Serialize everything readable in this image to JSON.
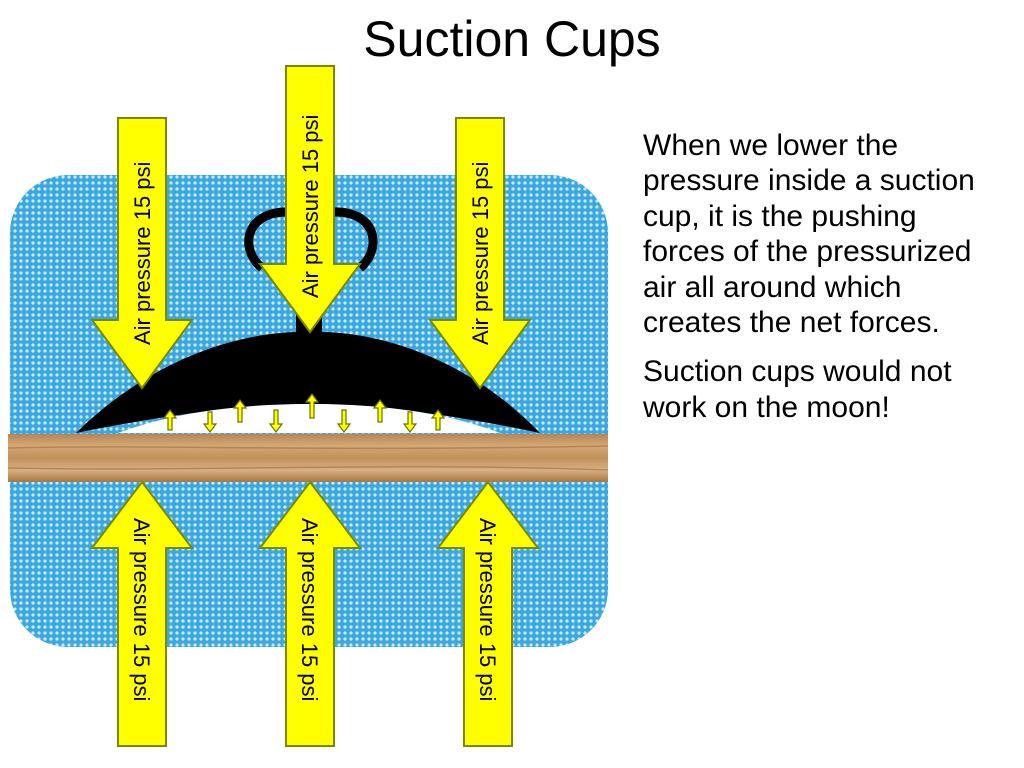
{
  "slide": {
    "title": "Suction Cups",
    "paragraph_1": "When we lower the pressure inside a suction cup, it is the pushing forces of the pressurized air all around which creates the net forces.",
    "paragraph_2": "Suction cups would not work on the moon!"
  },
  "diagram": {
    "arrow_label_top": "Air pressure 15 psi",
    "arrow_label_bottom": "Air pressure 15 psi",
    "colors": {
      "air": "#3aa8e0",
      "arrow_fill": "#ffff00",
      "arrow_stroke": "#7a8a00",
      "cup": "#000000",
      "wood": "#c99a63",
      "wood_dark": "#a97843"
    }
  }
}
